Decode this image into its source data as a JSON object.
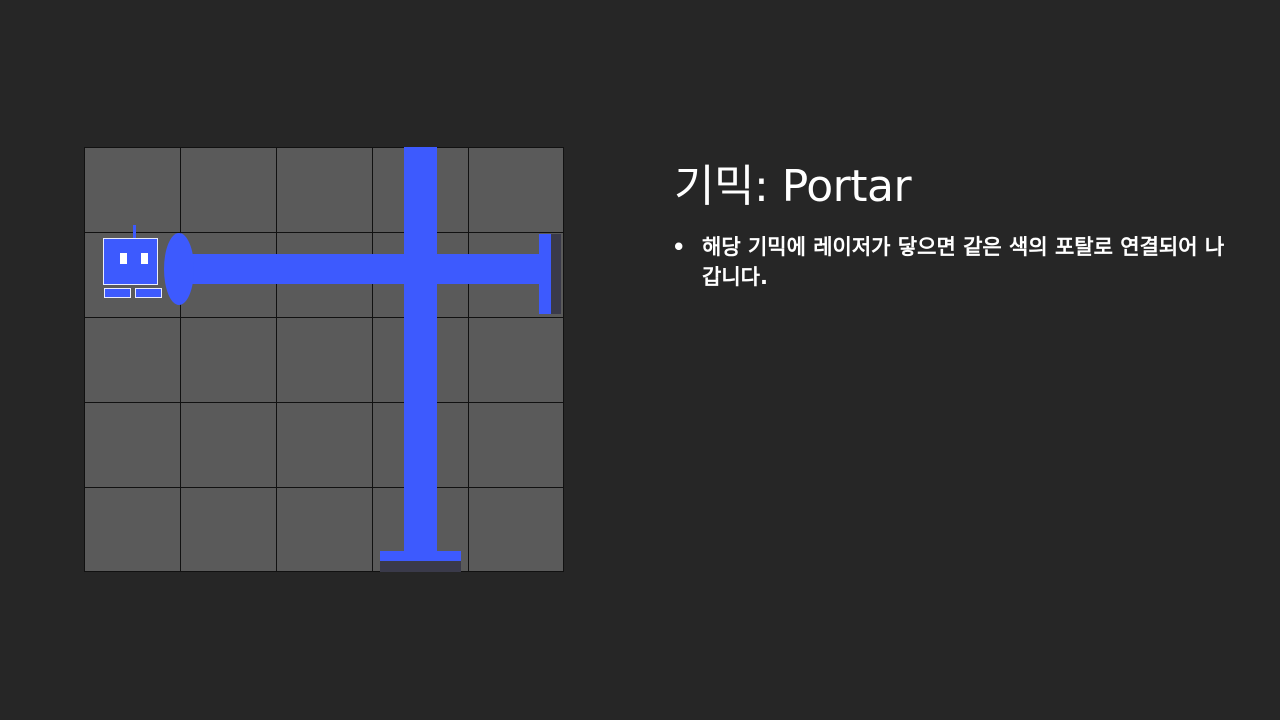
{
  "slide": {
    "title": "기믹: Portar",
    "bullets": [
      {
        "marker": "•",
        "text": "해당 기믹에 레이저가 닿으면 같은 색의 포탈로 연결되어 나갑니다."
      }
    ]
  },
  "board": {
    "columns": 5,
    "rows": 5,
    "cell_color": "#5a5a5a",
    "grid_line_color": "#111111",
    "laser_color": "#3d5afe",
    "robot": {
      "icon": "robot-icon",
      "color": "#3d5afe"
    },
    "portal_color": "blue"
  },
  "colors": {
    "background": "#262626",
    "text": "#ffffff",
    "accent": "#3d5afe"
  }
}
